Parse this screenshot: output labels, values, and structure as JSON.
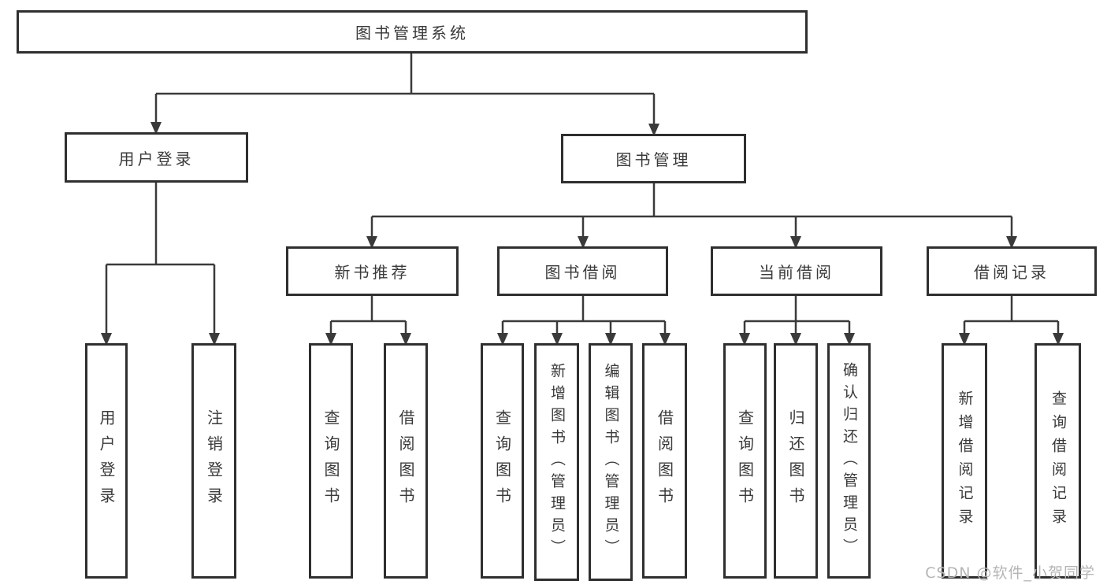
{
  "diagram": {
    "root": "图书管理系统",
    "level2": {
      "user_login": "用户登录",
      "book_management": "图书管理"
    },
    "level3": {
      "new_book_recommend": "新书推荐",
      "book_borrowing": "图书借阅",
      "current_borrowing": "当前借阅",
      "borrowing_records": "借阅记录"
    },
    "leaves": {
      "user_login": "用户登录",
      "logout": "注销登录",
      "recommend_query_books": "查询图书",
      "recommend_borrow_books": "借阅图书",
      "borrowing_query_books": "查询图书",
      "borrowing_add_books": "新增图书（管理员）",
      "borrowing_edit_books": "编辑图书（管理员）",
      "borrowing_borrow_books": "借阅图书",
      "current_query_books": "查询图书",
      "current_return_books": "归还图书",
      "current_confirm_return": "确认归还（管理员）",
      "records_add_record": "新增借阅记录",
      "records_query_record": "查询借阅记录"
    },
    "watermark": "CSDN @软件_小贺同学",
    "colors": {
      "line": "#3a3a3a",
      "box_border": "#2f2f2f",
      "text": "#3a3a3a",
      "watermark": "#b5b5b5",
      "background": "#ffffff"
    }
  }
}
